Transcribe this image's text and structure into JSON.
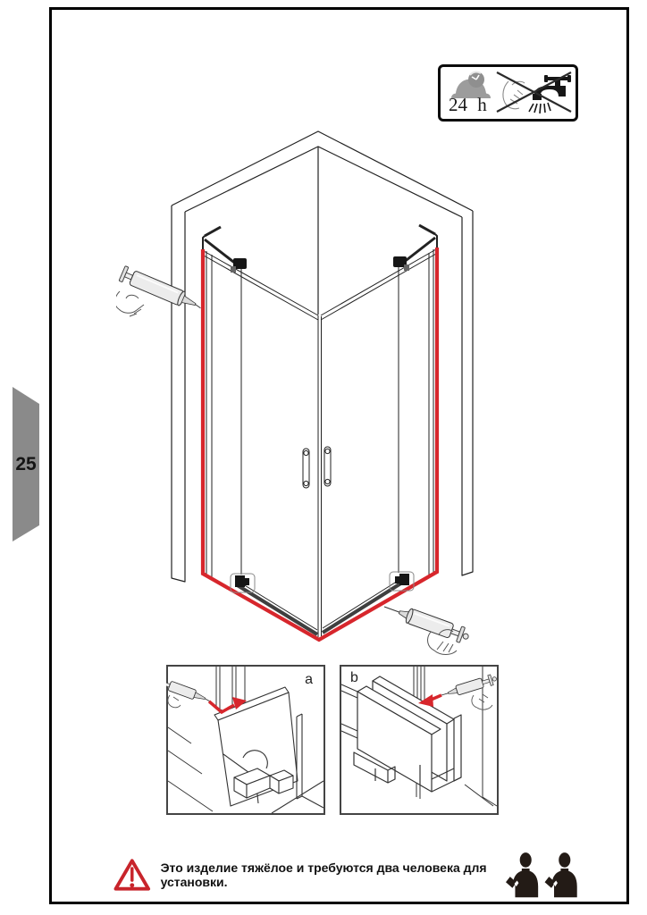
{
  "page": {
    "number": "25"
  },
  "badge_24h": {
    "label": "24 h"
  },
  "details": {
    "a_label": "a",
    "b_label": "b"
  },
  "warning": {
    "text": "Это изделие тяжёлое и требуются два человека для установки."
  },
  "colors": {
    "sealant_red": "#d7262c",
    "warning_red": "#c8242b",
    "tab_gray": "#8a8a8a"
  }
}
